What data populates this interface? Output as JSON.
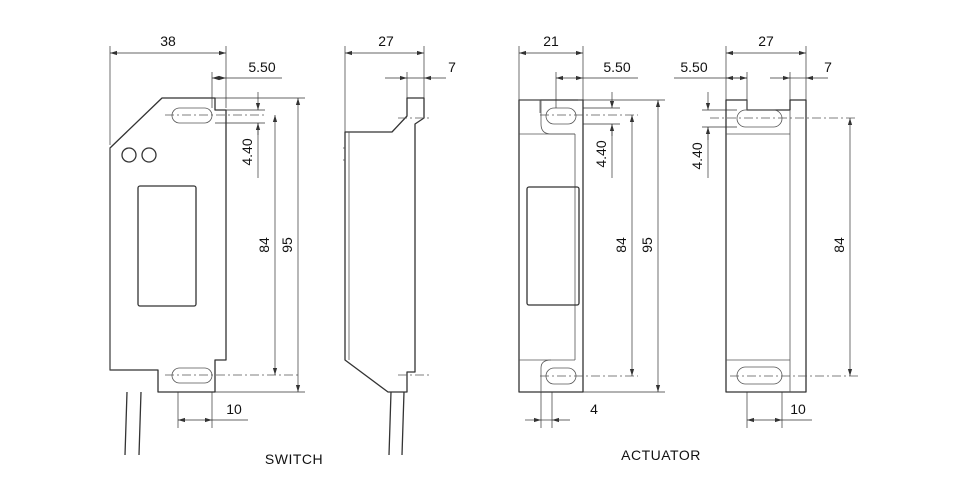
{
  "captions": {
    "switch": "SWITCH",
    "actuator": "ACTUATOR"
  },
  "switch_front": {
    "width": "38",
    "hole_offset": "5.50",
    "hole_spacing_small": "4.40",
    "hole_pitch": "84",
    "height": "95",
    "bottom_tab": "10"
  },
  "switch_side": {
    "depth": "27",
    "tab": "7"
  },
  "actuator_front": {
    "width": "21",
    "hole_offset": "5.50",
    "hole_spacing_small": "4.40",
    "hole_pitch": "84",
    "height": "95",
    "bottom_tab": "4"
  },
  "actuator_side": {
    "depth": "27",
    "hole_offset": "5.50",
    "tab": "7",
    "hole_spacing_small": "4.40",
    "hole_pitch": "84",
    "bottom_tab": "10"
  }
}
